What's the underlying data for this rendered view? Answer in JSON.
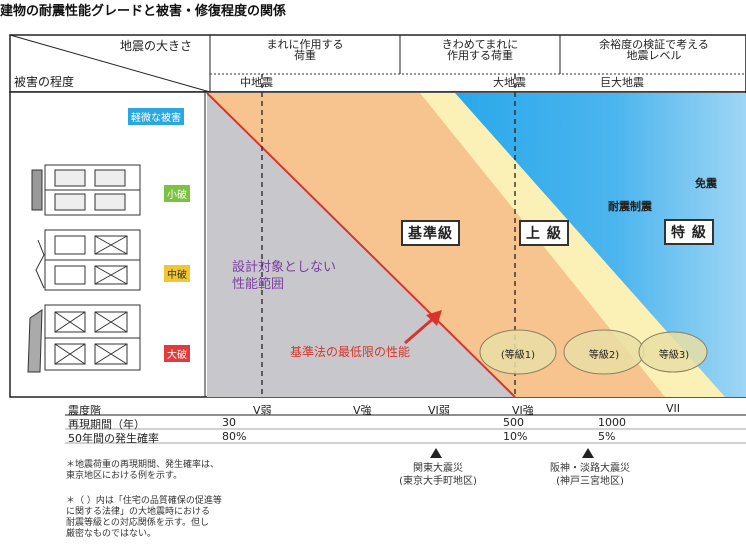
{
  "title": "建物の耐震性能グレードと被害・修復程度の関係",
  "header": {
    "axis_earthquake": "地震の大きさ",
    "axis_damage": "被害の程度",
    "columns": [
      {
        "line1": "まれに作用する",
        "line2": "荷重"
      },
      {
        "line1": "きわめてまれに",
        "line2": "作用する荷重"
      },
      {
        "line1": "余裕度の検証で考える",
        "line2": "地震レベル"
      }
    ],
    "levels": [
      "中地震",
      "大地震",
      "巨大地震"
    ]
  },
  "damage_levels": [
    {
      "label": "軽微な被害",
      "color": "#2aa7e0"
    },
    {
      "label": "小破",
      "color": "#7cc142"
    },
    {
      "label": "中破",
      "color": "#f2c531"
    },
    {
      "label": "大破",
      "color": "#e23b3b"
    }
  ],
  "zones": {
    "kijun": "基準級",
    "jokyu": "上 級",
    "tokkyu": "特 級",
    "out_of_scope_1": "設計対象としない",
    "out_of_scope_2": "性能範囲",
    "min_performance": "基準法の最低限の性能",
    "seismic_isolation": "免震",
    "vibration_control": "耐震制震"
  },
  "grades": [
    "(等級1)",
    "等級2)",
    "等級3)"
  ],
  "table": {
    "rows": [
      {
        "label": "震度階",
        "cells": [
          "V弱",
          "V強",
          "VI弱",
          "VI強",
          "VII"
        ]
      },
      {
        "label": "再現期間（年）",
        "cells": [
          "30",
          "500",
          "1000"
        ]
      },
      {
        "label": "50年間の発生確率",
        "cells": [
          "80%",
          "10%",
          "5%"
        ]
      }
    ]
  },
  "events": [
    {
      "line1": "関東大震災",
      "line2": "(東京大手町地区)"
    },
    {
      "line1": "阪神・淡路大震災",
      "line2": "(神戸三宮地区)"
    }
  ],
  "notes": [
    [
      "＊地震荷重の再現期間、発生確率は、",
      "東京地区における例を示す。"
    ],
    [
      "＊（ ）内は「住宅の品質確保の促進等",
      "に関する法律」の大地震時における",
      "耐震等級との対応関係を示す。但し",
      "厳密なものではない。"
    ]
  ],
  "colors": {
    "gray_zone": "#c8c8cc",
    "orange_zone": "#f7c48f",
    "yellow_zone": "#fbf0b6",
    "blue_zone": "#1ea0e8",
    "red_line": "#d9342b",
    "purple_text": "#7a3ea1",
    "grade_ellipse": "#e9dfa6"
  }
}
